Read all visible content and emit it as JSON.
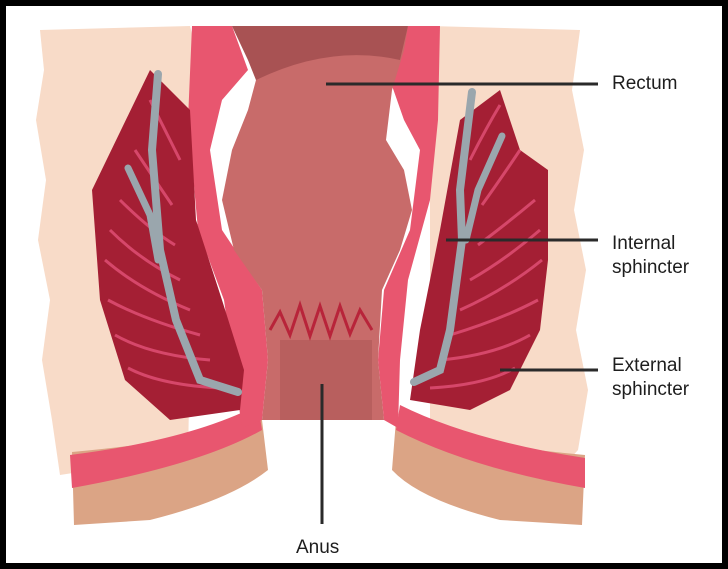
{
  "labels": {
    "rectum": "Rectum",
    "internal_line1": "Internal",
    "internal_line2": "sphincter",
    "external_line1": "External",
    "external_line2": "sphincter",
    "anus": "Anus"
  },
  "colors": {
    "frame": "#000000",
    "background_card": "#ffffff",
    "tissue": "#f7d9c7",
    "wall": "#e8566f",
    "lumen": "#c96a6a",
    "lumen_dark": "#8a3b3b",
    "muscle": "#a41f34",
    "muscle_stripe": "#d6476a",
    "nerve": "#9aa6ad",
    "skin": "#d9a282",
    "leader_line": "#2a2a2a"
  }
}
